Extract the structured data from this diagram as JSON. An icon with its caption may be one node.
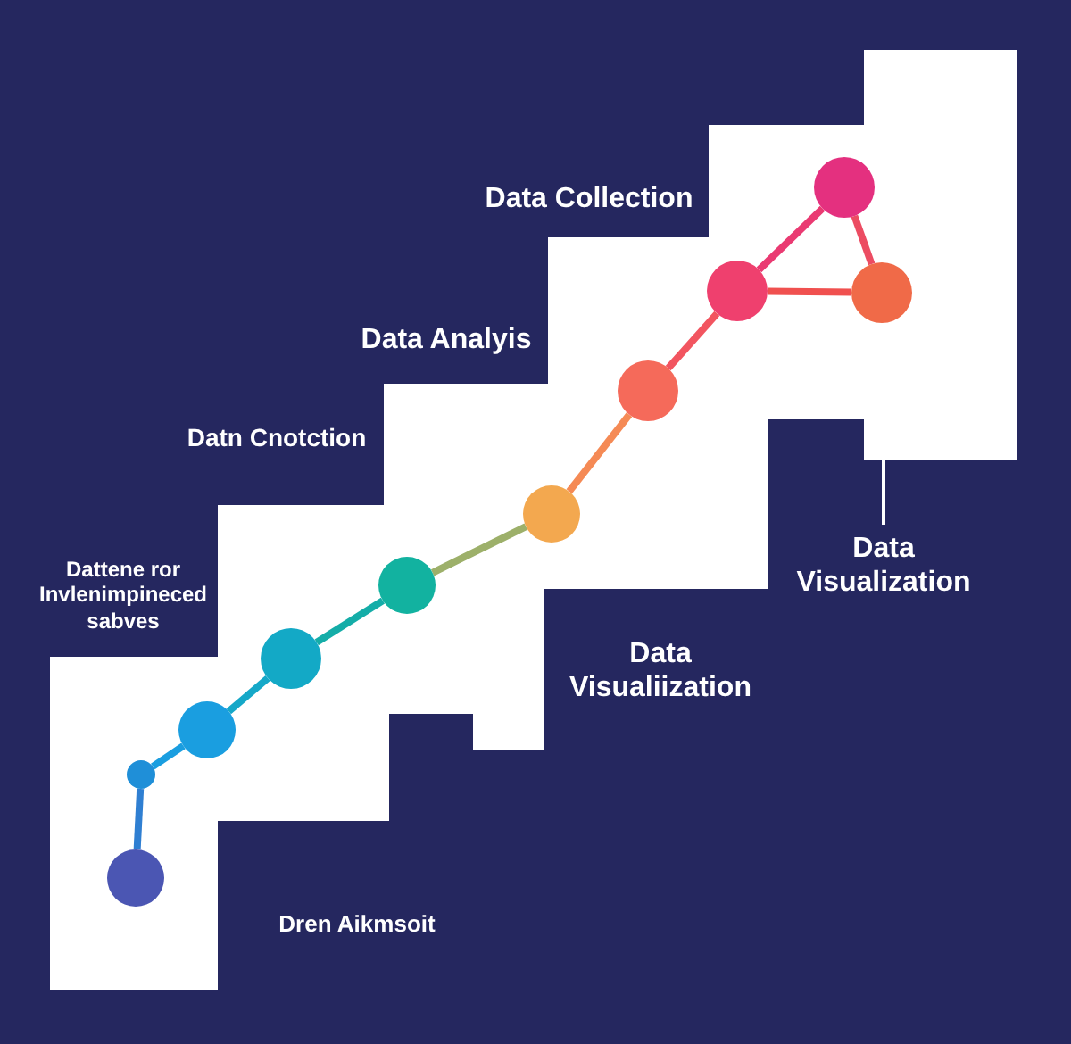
{
  "diagram": {
    "nodes": [
      {
        "text": [
          "Data Visualization"
        ]
      },
      {
        "text": [],
        "shape": "circle"
      },
      {
        "text": [],
        "shape": "circle"
      },
      {
        "text": [],
        "shape": "circle"
      },
      {
        "text": [],
        "shape": "circle"
      },
      {
        "text": [],
        "shape": "circle"
      },
      {
        "text": [],
        "shape": "circle"
      },
      {
        "text": [],
        "shape": "circle"
      },
      {
        "text": [],
        "shape": "circle"
      },
      {
        "text": [],
        "shape": "circle"
      },
      {
        "text": [],
        "shape": "circle"
      }
    ],
    "edges": [
      {
        "from": 1,
        "to": 2,
        "arrow": "none",
        "color": "#2f7fd2"
      },
      {
        "from": 2,
        "to": 3,
        "arrow": "none",
        "color": "#1a9ee0"
      },
      {
        "from": 3,
        "to": 4,
        "arrow": "none",
        "color": "#15a8c8"
      },
      {
        "from": 4,
        "to": 5,
        "arrow": "none",
        "color": "#14ada8"
      },
      {
        "from": 5,
        "to": 6,
        "arrow": "none",
        "color": "#9db06a"
      },
      {
        "from": 6,
        "to": 7,
        "arrow": "none",
        "color": "#f58a55"
      },
      {
        "from": 7,
        "to": 8,
        "arrow": "none",
        "color": "#f25560"
      },
      {
        "from": 8,
        "to": 9,
        "arrow": "none",
        "color": "#ea3a72"
      },
      {
        "from": 9,
        "to": 10,
        "arrow": "none",
        "color": "#ec4c62"
      },
      {
        "from": 10,
        "to": 8,
        "arrow": "none",
        "color": "#f0504f"
      },
      {
        "from": 0,
        "to": null,
        "arrow": "none",
        "color": "#ffffff"
      }
    ],
    "labels": [
      "Data Collection",
      "Data Analyis",
      "Datn Cnotction",
      "Dattene ror Invlenimpineced sabves",
      "Data Visualiization",
      "Dren Aikmsoit"
    ]
  }
}
